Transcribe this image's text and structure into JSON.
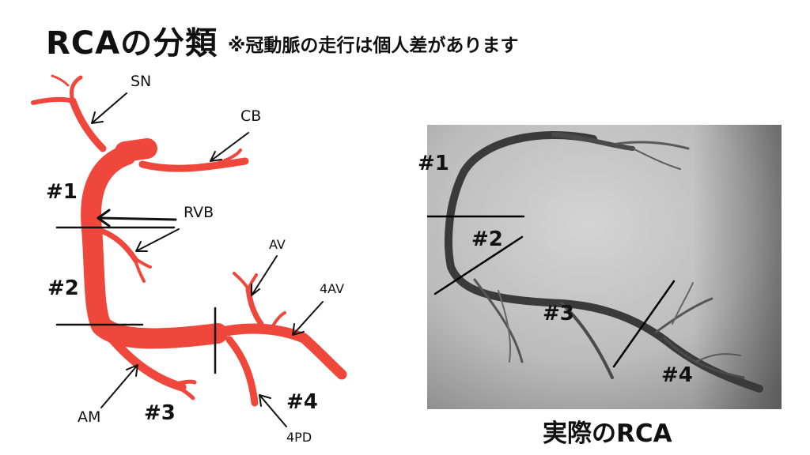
{
  "title": {
    "main": "RCAの分類",
    "note": "※冠動脈の走行は個人差があります"
  },
  "diagram": {
    "segments": [
      "#1",
      "#2",
      "#3",
      "#4"
    ],
    "branches": {
      "sn": "SN",
      "cb": "CB",
      "rvb": "RVB",
      "av": "AV",
      "av4": "4AV",
      "am": "AM",
      "pd4": "4PD"
    }
  },
  "angiogram": {
    "segments": [
      "#1",
      "#2",
      "#3",
      "#4"
    ],
    "caption": "実際のRCA"
  },
  "colors": {
    "artery": "#f0473c",
    "angio_background": "#bdbdbd",
    "vessel": "#3a3a3a"
  }
}
